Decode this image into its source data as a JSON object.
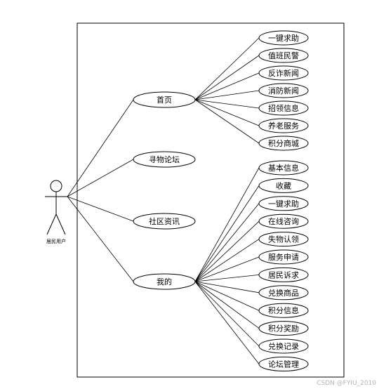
{
  "actor": {
    "label": "居民用户"
  },
  "hubs": {
    "home": "首页",
    "forum": "寻物论坛",
    "news": "社区资讯",
    "mine": "我的"
  },
  "home_cases": [
    "一键求助",
    "值班民警",
    "反诈新闻",
    "消防新闻",
    "招领信息",
    "养老服务",
    "积分商城"
  ],
  "mine_cases": [
    "基本信息",
    "收藏",
    "一键求助",
    "在线咨询",
    "失物认领",
    "服务申请",
    "居民诉求",
    "兑换商品",
    "积分信息",
    "积分奖励",
    "兑换记录",
    "论坛管理"
  ],
  "watermark": "CSDN @FYIU_2010"
}
